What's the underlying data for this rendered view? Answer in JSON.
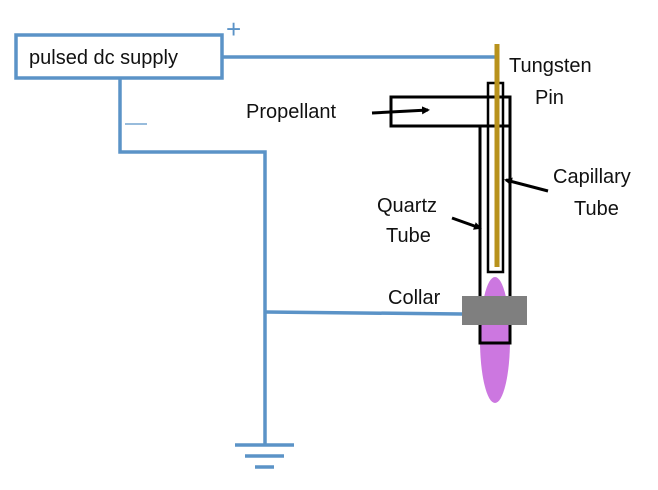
{
  "supply": {
    "label": "pulsed dc supply",
    "plus": "+",
    "minus": "—"
  },
  "labels": {
    "tungsten_line1": "Tungsten",
    "tungsten_line2": "Pin",
    "propellant": "Propellant",
    "capillary_line1": "Capillary",
    "capillary_line2": "Tube",
    "quartz_line1": "Quartz",
    "quartz_line2": "Tube",
    "collar": "Collar"
  },
  "colors": {
    "wire": "#5b93c7",
    "pin": "#b8921c",
    "collar": "#7f7f7f",
    "plasma": "#cc77e0",
    "outline": "#000000"
  }
}
